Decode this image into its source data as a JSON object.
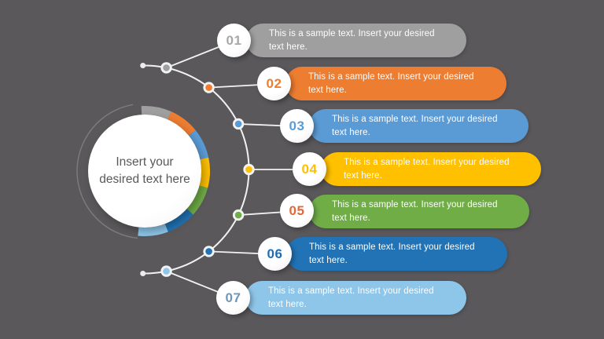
{
  "slide": {
    "colors": {
      "background": "#5a585b",
      "bar_text": "#fdfdfd",
      "center_text": "#58595b",
      "center_fill": "#ffffff"
    }
  },
  "center": {
    "text": "Insert your desired text here"
  },
  "connector": {
    "line_color": "#f2f2f2",
    "end_dot_color": "#ececec",
    "dot_ring_color": "#f3f3f3",
    "thin_ring_color": "#8a888b"
  },
  "items": [
    {
      "number": "01",
      "color": "#9f9f9f",
      "number_color": "#a8a8a8",
      "text": "This is a sample text. Insert your desired text here.",
      "text_lines": [
        "This is a sample text. Insert your desired",
        "text here."
      ]
    },
    {
      "number": "02",
      "color": "#ed7d31",
      "number_color": "#ed7d31",
      "text": "This is a sample text. Insert your desired text here.",
      "text_lines": [
        "This is a sample text. Insert your desired",
        "text here."
      ]
    },
    {
      "number": "03",
      "color": "#5b9bd5",
      "number_color": "#5b9bd5",
      "text": "This is a sample text. Insert your desired text here.",
      "text_lines": [
        "This is a sample text. Insert your desired",
        "text here."
      ]
    },
    {
      "number": "04",
      "color": "#ffc000",
      "number_color": "#ffc000",
      "text": "This is a sample text. Insert your desired text here.",
      "text_lines": [
        "This is a sample text. Insert your desired",
        "text here."
      ]
    },
    {
      "number": "05",
      "color": "#70ad47",
      "number_color": "#e0683a",
      "text": "This is a sample text. Insert your desired text here.",
      "text_lines": [
        "This is a sample text. Insert your desired",
        "text here."
      ]
    },
    {
      "number": "06",
      "color": "#2173b5",
      "number_color": "#1f6cb0",
      "text": "This is a sample text. Insert your desired text here.",
      "text_lines": [
        "This is a sample text. Insert your desired",
        "text here."
      ]
    },
    {
      "number": "07",
      "color": "#8ec6ea",
      "number_color": "#6f97b5",
      "text": "This is a sample text. Insert your desired text here.",
      "text_lines": [
        "This is a sample text. Insert your desired",
        "text here."
      ]
    }
  ]
}
